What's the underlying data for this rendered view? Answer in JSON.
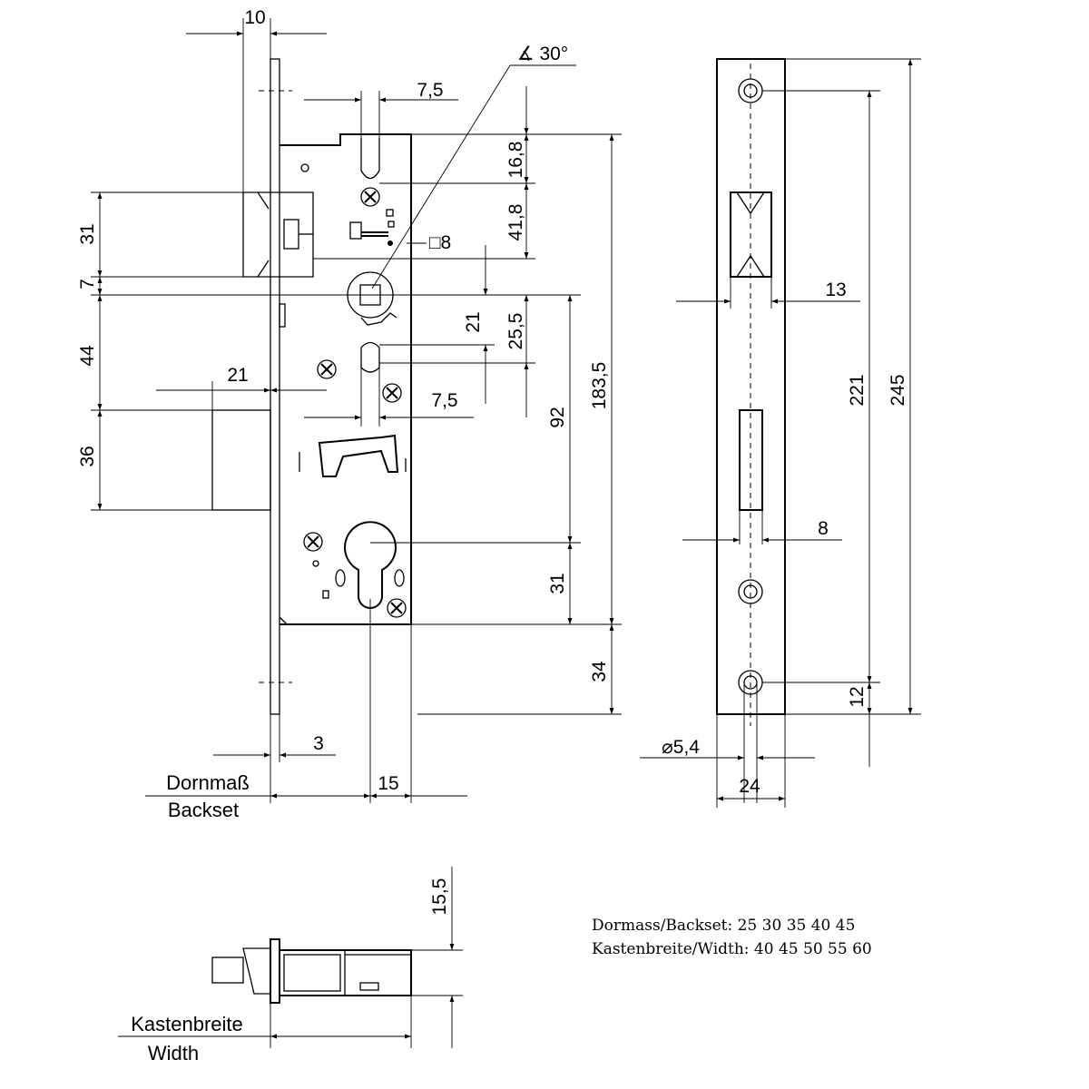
{
  "dimensions": {
    "d10": "10",
    "d7_5_top": "7,5",
    "angle": "∡ 30°",
    "d16_8": "16,8",
    "d41_8": "41,8",
    "square": "□8",
    "d21_v": "21",
    "d25_5": "25,5",
    "d183_5": "183,5",
    "d31_top": "31",
    "d7": "7",
    "d44": "44",
    "d21_h": "21",
    "d7_5_mid": "7,5",
    "d92": "92",
    "d36": "36",
    "d31_bottom": "31",
    "d34": "34",
    "d3": "3",
    "d15": "15",
    "d13": "13",
    "d221": "221",
    "d245": "245",
    "d8": "8",
    "d12": "12",
    "dia": "⌀5,4",
    "d24": "24",
    "d15_5": "15,5"
  },
  "labels": {
    "dornmass": "Dornmaß",
    "backset": "Backset",
    "kastenbreite": "Kastenbreite",
    "width": "Width"
  },
  "notes": {
    "backset_line": "Dormass/Backset: 25 30 35 40 45",
    "width_line": "Kastenbreite/Width: 40 45 50 55 60"
  }
}
